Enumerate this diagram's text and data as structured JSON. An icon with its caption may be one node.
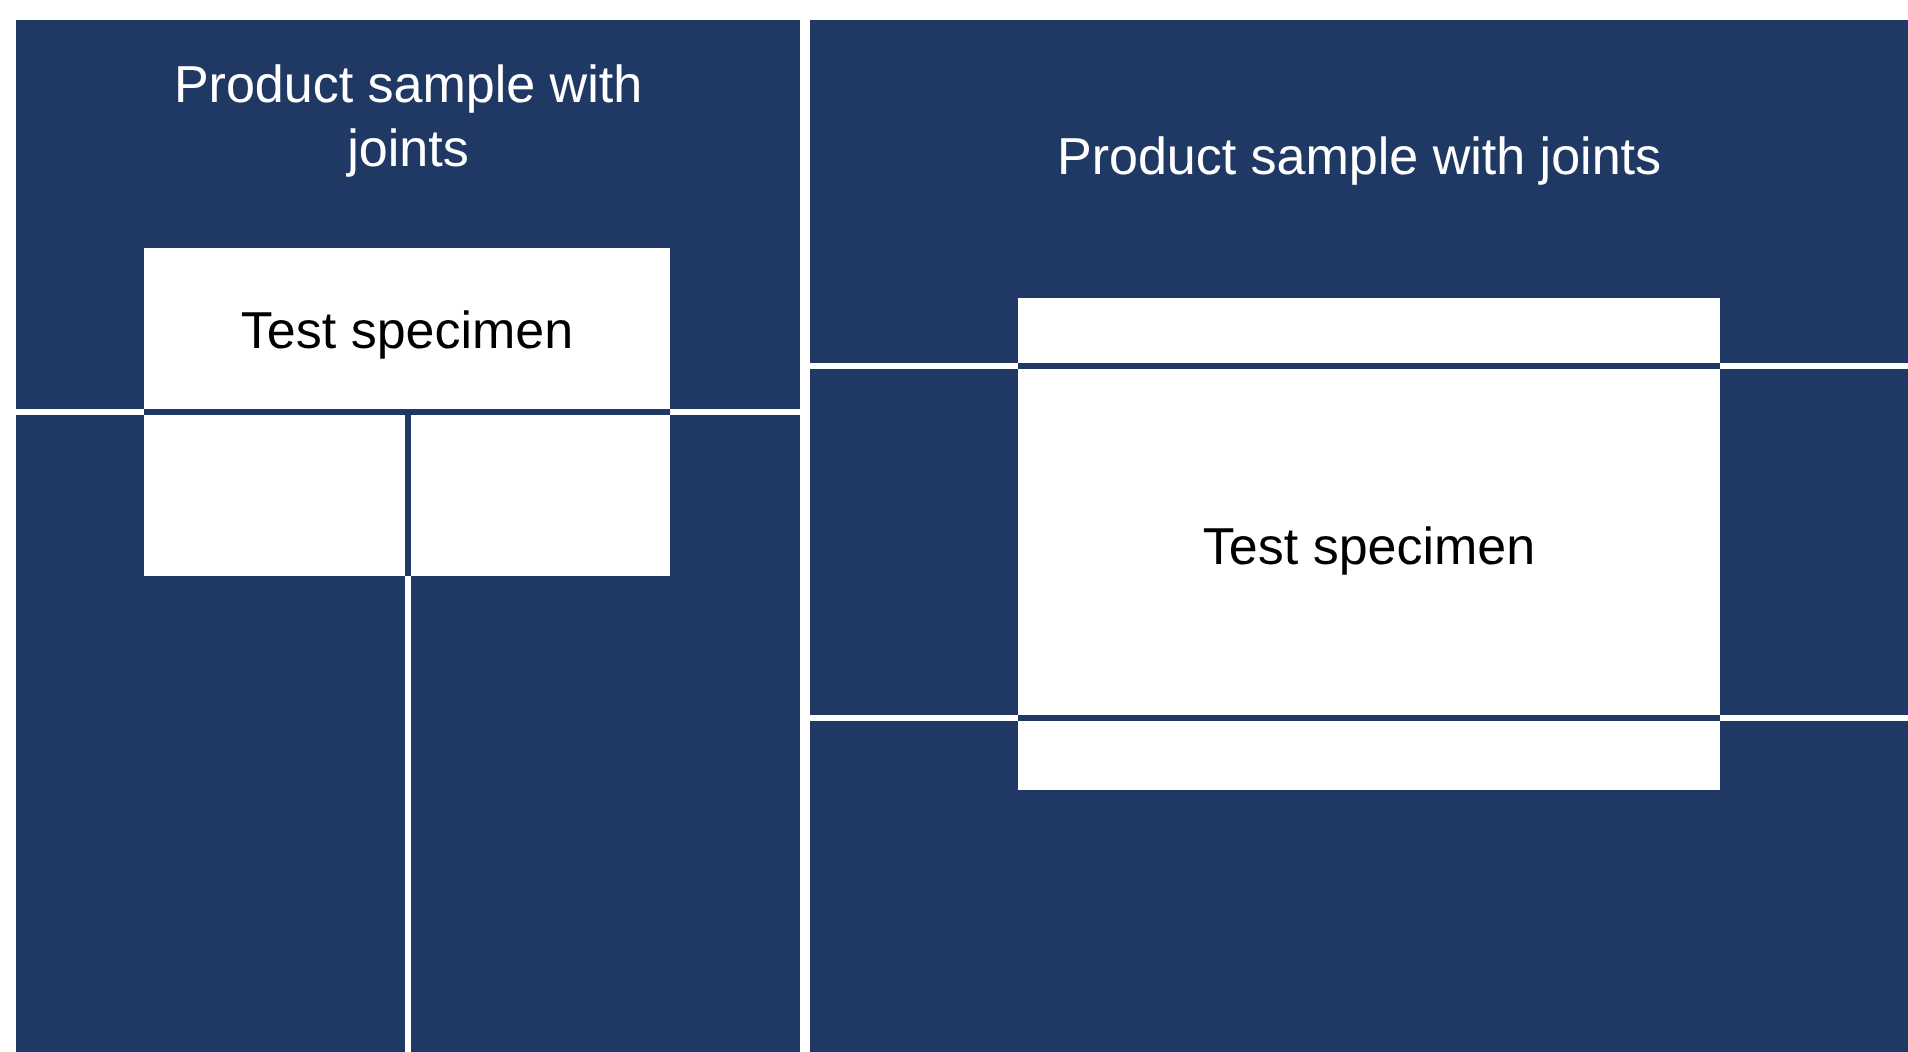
{
  "diagram": {
    "nodes": [
      {
        "text": [
          "Product sample with joints"
        ]
      },
      {
        "text": [
          "Test specimen"
        ],
        "in": 0
      },
      {
        "text": [
          "Product sample with joints"
        ]
      },
      {
        "text": [
          "Test specimen"
        ],
        "in": 2
      }
    ]
  }
}
